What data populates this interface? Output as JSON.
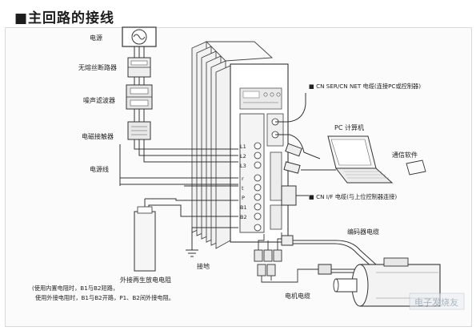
{
  "title": "■主回路的接线",
  "labels": {
    "power": "电源",
    "breaker": "无熔丝断路器",
    "noise_filter": "噪声滤波器",
    "contactor": "电磁接触器",
    "power_line": "电源线",
    "regen_resistor": "外接再生放电电阻",
    "ground": "接地",
    "motor_cable": "电机电缆",
    "encoder_cable": "编码器电缆",
    "pc": "PC 计算机",
    "comm_software": "通信软件",
    "cn_ser": "■ CN SER/CN NET 电缆(连接PC或控制器)",
    "cn_if": "■ CN I/F 电缆(与上位控制器连接)"
  },
  "terminals": [
    "L1",
    "L2",
    "L3",
    "r",
    "t",
    "P",
    "B1",
    "B2"
  ],
  "note": {
    "line1": "(使用内置电阻时，B1与B2短路，",
    "line2": "使用外接电阻时，B1与B2开路，P1、B2间外接电阻。"
  },
  "watermark": "电子发烧友"
}
